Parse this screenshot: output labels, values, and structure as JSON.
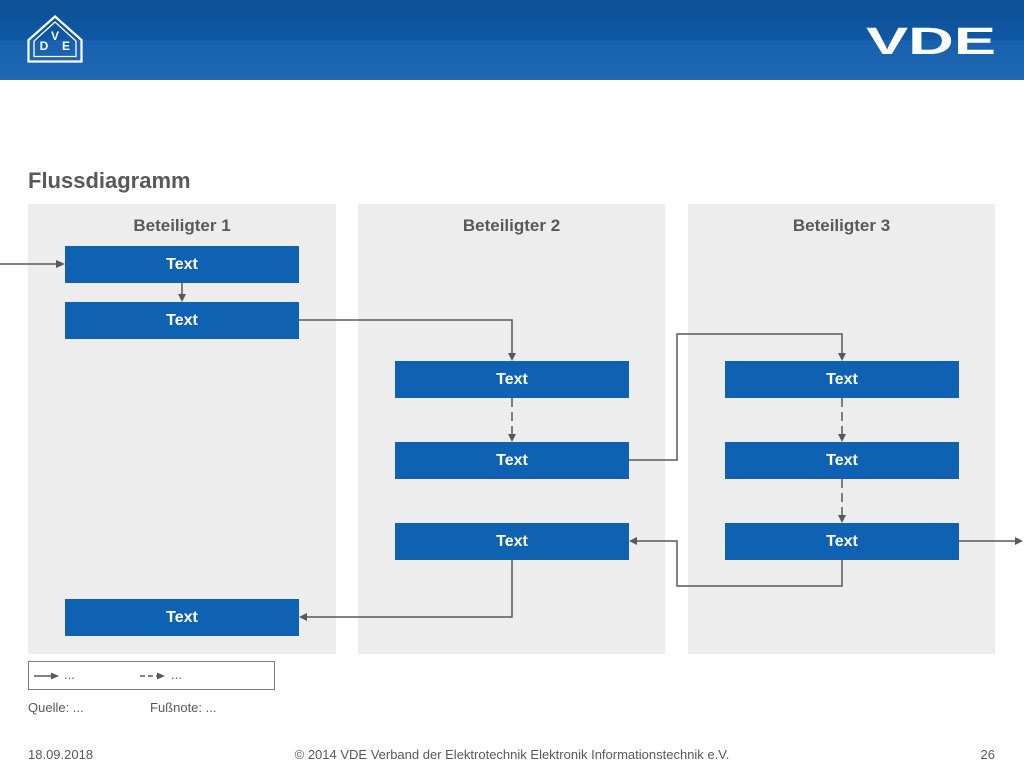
{
  "header": {
    "emblem_letters": [
      "D",
      "V",
      "E"
    ],
    "brand": "VDE"
  },
  "title": "Flussdiagramm",
  "lanes": [
    {
      "label": "Beteiligter 1",
      "boxes": [
        "Text",
        "Text",
        "Text"
      ]
    },
    {
      "label": "Beteiligter 2",
      "boxes": [
        "Text",
        "Text",
        "Text"
      ]
    },
    {
      "label": "Beteiligter 3",
      "boxes": [
        "Text",
        "Text",
        "Text"
      ]
    }
  ],
  "legend": {
    "solid_label": "...",
    "dashed_label": "..."
  },
  "notes": {
    "source": "Quelle: ...",
    "footnote": "Fußnote: ..."
  },
  "footer": {
    "date": "18.09.2018",
    "copyright": "© 2014 VDE Verband der Elektrotechnik Elektronik Informationstechnik e.V.",
    "page": "26"
  },
  "colors": {
    "header_blue": "#0f5cac",
    "box_blue": "#0f61b2",
    "lane_gray": "#ededed",
    "text_gray": "#595959",
    "line_gray": "#595959"
  }
}
